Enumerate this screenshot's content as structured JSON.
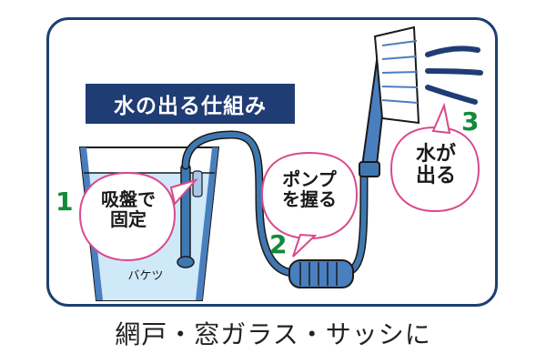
{
  "title": "水の出る仕組み",
  "steps": [
    {
      "number": "1",
      "text": "吸盤で\n固定"
    },
    {
      "number": "2",
      "text": "ポンプ\nを握る"
    },
    {
      "number": "3",
      "text": "水が\n出る"
    }
  ],
  "bucket_label": "バケツ",
  "caption": "網戸・窓ガラス・サッシに",
  "colors": {
    "frame": "#1e3f73",
    "title_bg": "#1f3d74",
    "step_number": "#138a3b",
    "bubble_border": "#d94a8c",
    "hose": "#3f78b0",
    "water": "#cfe9f9",
    "brush_handle": "#4a7fbf"
  }
}
